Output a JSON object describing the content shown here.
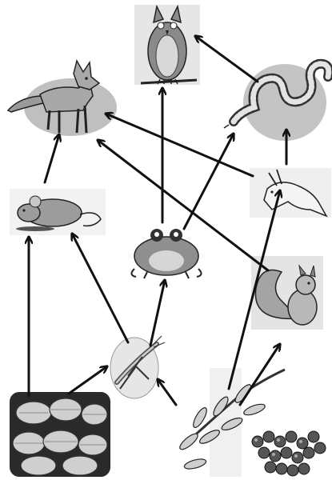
{
  "diagram": {
    "type": "food-web",
    "nodes": [
      {
        "id": "owl",
        "icon": "owl-icon"
      },
      {
        "id": "fox",
        "icon": "fox-icon"
      },
      {
        "id": "snake",
        "icon": "snake-icon"
      },
      {
        "id": "hare",
        "icon": "hare-icon"
      },
      {
        "id": "mouse",
        "icon": "mouse-icon"
      },
      {
        "id": "frog",
        "icon": "frog-icon"
      },
      {
        "id": "squirrel",
        "icon": "squirrel-icon"
      },
      {
        "id": "grasshopper",
        "icon": "grasshopper-icon"
      },
      {
        "id": "leaves",
        "icon": "leaves-icon"
      },
      {
        "id": "rowan",
        "icon": "rowan-icon"
      }
    ],
    "edges": [
      {
        "from": "snake",
        "to": "owl"
      },
      {
        "from": "frog",
        "to": "owl"
      },
      {
        "from": "mouse",
        "to": "fox"
      },
      {
        "from": "hare",
        "to": "fox"
      },
      {
        "from": "squirrel",
        "to": "fox"
      },
      {
        "from": "hare",
        "to": "snake"
      },
      {
        "from": "frog",
        "to": "snake"
      },
      {
        "from": "leaves",
        "to": "mouse"
      },
      {
        "from": "grasshopper",
        "to": "mouse"
      },
      {
        "from": "leaves",
        "to": "grasshopper"
      },
      {
        "from": "rowan",
        "to": "grasshopper"
      },
      {
        "from": "grasshopper",
        "to": "frog"
      },
      {
        "from": "rowan",
        "to": "hare"
      },
      {
        "from": "rowan",
        "to": "squirrel"
      }
    ],
    "colors": {
      "arrow": "#111111",
      "ink": "#222222",
      "shade": "#bfbfbf",
      "light": "#e6e6e6",
      "dark": "#8a8a8a"
    }
  }
}
